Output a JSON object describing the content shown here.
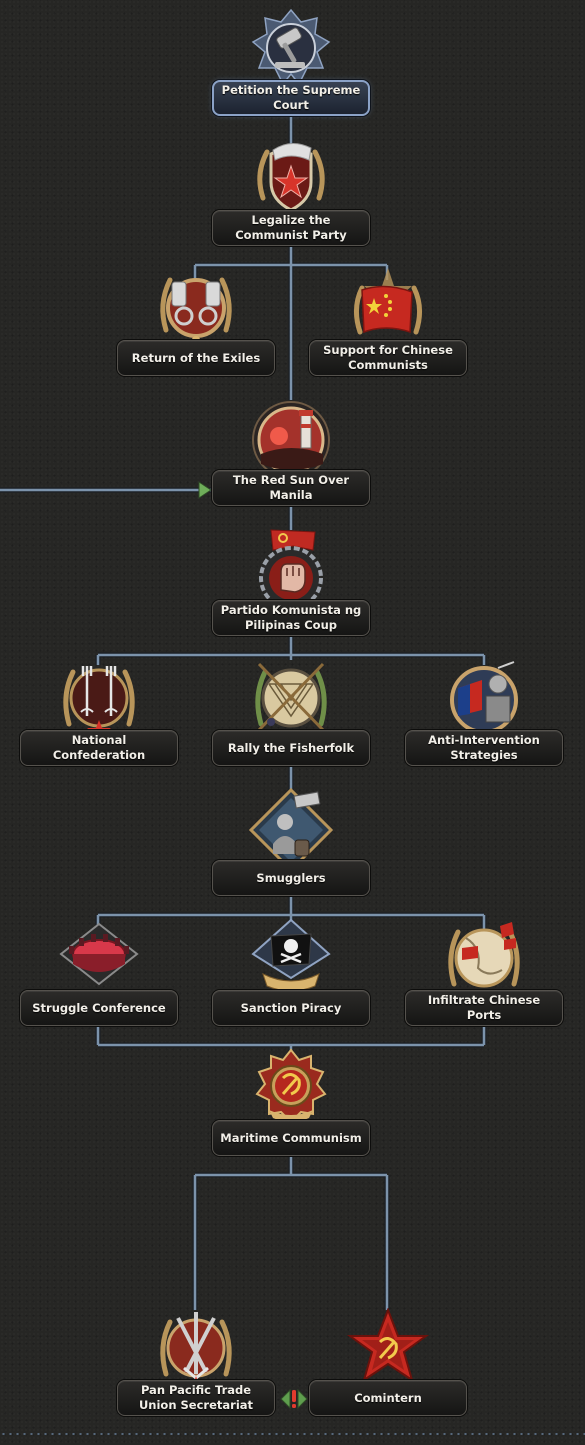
{
  "focuses": [
    {
      "id": "petition",
      "label": "Petition the Supreme Court",
      "icon": "gavel-icon",
      "completed": true
    },
    {
      "id": "legalize",
      "label": "Legalize the Communist Party",
      "icon": "red-star-shield-icon",
      "completed": false
    },
    {
      "id": "exiles",
      "label": "Return of the Exiles",
      "icon": "broken-shackles-icon",
      "completed": false
    },
    {
      "id": "chinese",
      "label": "Support for Chinese Communists",
      "icon": "chinese-flag-icon",
      "completed": false
    },
    {
      "id": "redsun",
      "label": "The Red Sun Over Manila",
      "icon": "lighthouse-red-sun-icon",
      "completed": false
    },
    {
      "id": "coup",
      "label": "Partido Komunista ng Pilipinas Coup",
      "icon": "raised-fist-flag-icon",
      "completed": false
    },
    {
      "id": "confederation",
      "label": "National Confederation",
      "icon": "pitchforks-icon",
      "completed": false
    },
    {
      "id": "fisherfolk",
      "label": "Rally the Fisherfolk",
      "icon": "fishing-net-icon",
      "completed": false
    },
    {
      "id": "antiint",
      "label": "Anti-Intervention Strategies",
      "icon": "soldier-flag-icon",
      "completed": false
    },
    {
      "id": "smugglers",
      "label": "Smugglers",
      "icon": "smuggler-crate-icon",
      "completed": false
    },
    {
      "id": "struggle",
      "label": "Struggle Conference",
      "icon": "conference-table-icon",
      "completed": false
    },
    {
      "id": "piracy",
      "label": "Sanction Piracy",
      "icon": "pirate-flag-icon",
      "completed": false
    },
    {
      "id": "ports",
      "label": "Infiltrate Chinese Ports",
      "icon": "port-map-flags-icon",
      "completed": false
    },
    {
      "id": "maritime",
      "label": "Maritime Communism",
      "icon": "hammer-sickle-emblem-icon",
      "completed": false
    },
    {
      "id": "panpacific",
      "label": "Pan Pacific Trade Union Secretariat",
      "icon": "crossed-tools-icon",
      "completed": false
    },
    {
      "id": "comintern",
      "label": "Comintern",
      "icon": "star-hammer-sickle-icon",
      "completed": false
    }
  ],
  "mutual_exclusive_icon": "mutually-exclusive-icon",
  "colors": {
    "connector": "#7c93ab",
    "completed_border": "#8ba2c7",
    "label_text": "#f2efe8",
    "accent_red": "#b3261e",
    "gold": "#b8955a"
  }
}
